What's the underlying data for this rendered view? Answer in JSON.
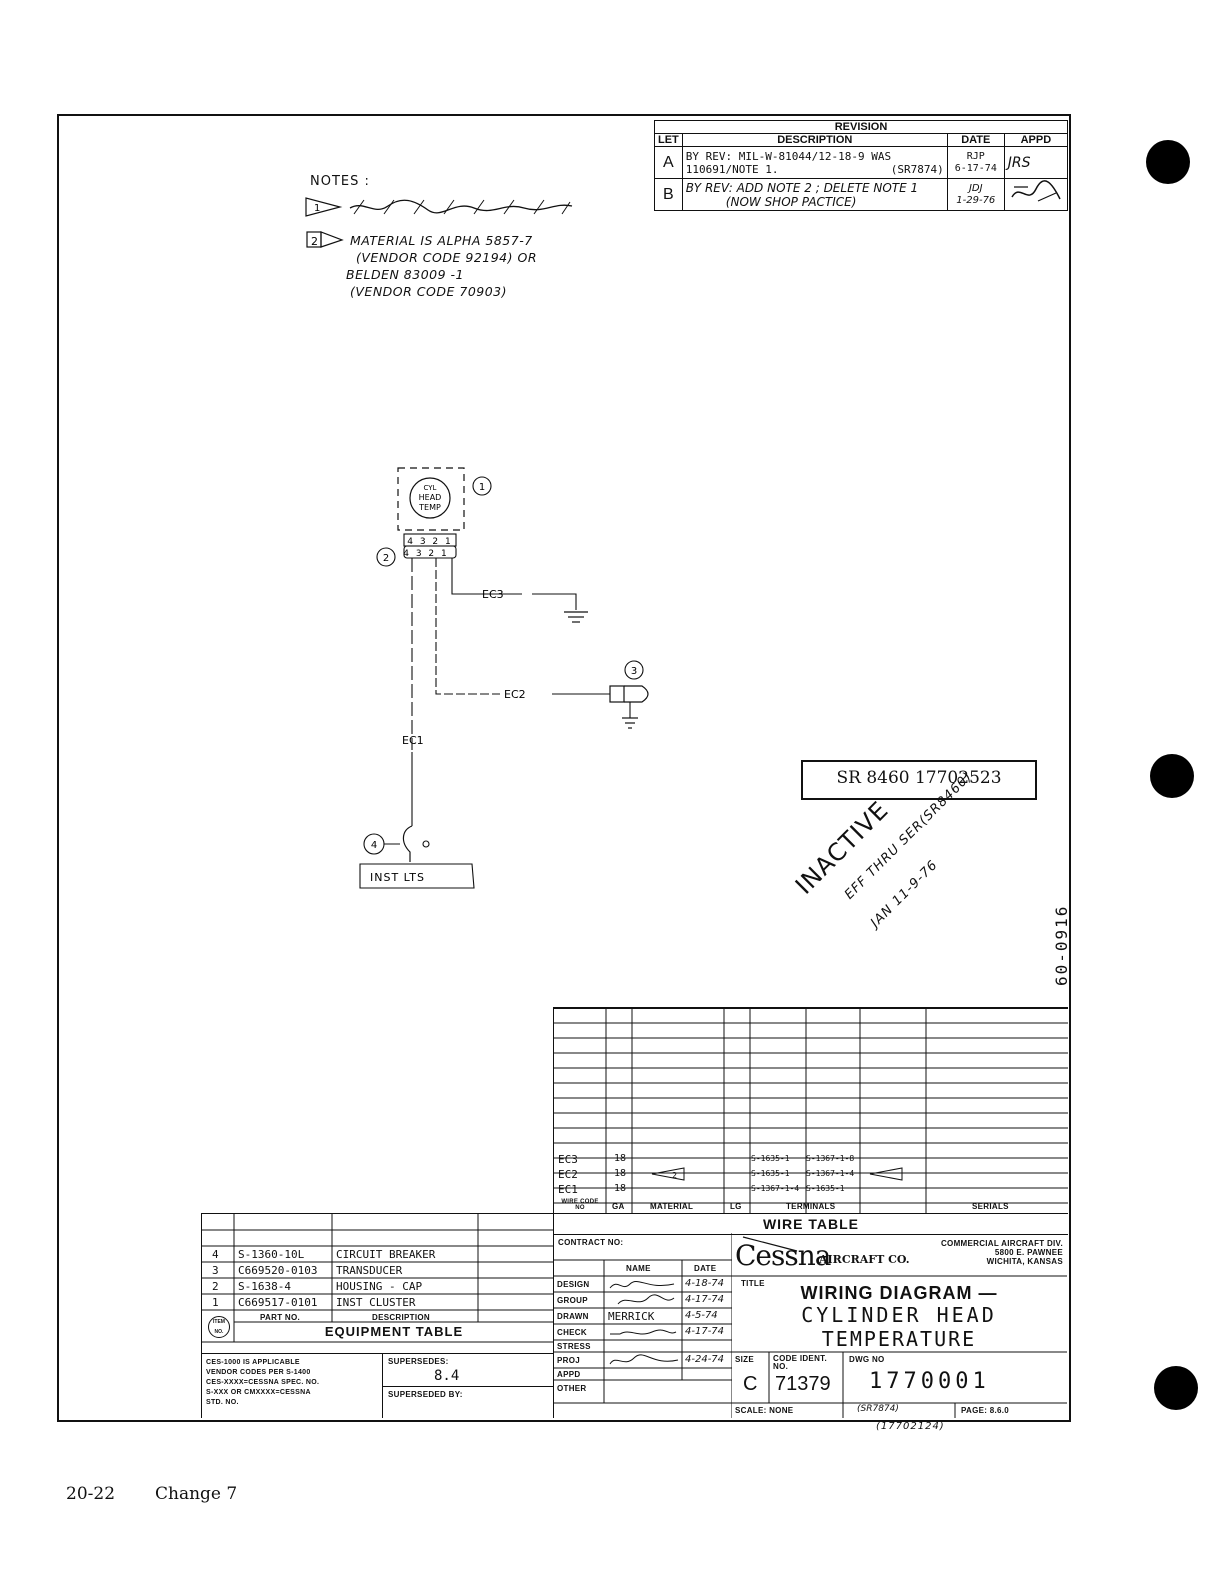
{
  "revision": {
    "title": "REVISION",
    "headers": {
      "let": "LET",
      "description": "DESCRIPTION",
      "date": "DATE",
      "appd": "APPD"
    },
    "rows": [
      {
        "let": "A",
        "desc1": "BY REV: MIL-W-81044/12-18-9 WAS",
        "desc2": "110691/NOTE 1.",
        "desc3": "(SR7874)",
        "date1": "RJP",
        "date2": "6-17-74",
        "appd": "JRS"
      },
      {
        "let": "B",
        "desc1": "BY REV:  ADD NOTE 2 ; DELETE NOTE 1",
        "desc2": "(NOW SHOP PACTICE)",
        "desc3": "",
        "date1": "JDJ",
        "date2": "1-29-76",
        "appd": ""
      }
    ]
  },
  "notes": {
    "title": "NOTES :",
    "note1_num": "1",
    "note2_num": "2",
    "note2_lines": [
      "MATERIAL  IS  ALPHA  5857-7",
      "(VENDOR  CODE  92194)    OR",
      "BELDEN  83009 -1",
      "(VENDOR  CODE  70903)"
    ]
  },
  "diagram": {
    "component_label": [
      "CYL",
      "HEAD",
      "TEMP"
    ],
    "pin_labels": "4 3 2 1",
    "callouts": [
      "1",
      "2",
      "3",
      "4"
    ],
    "wires": {
      "ec3": "EC3",
      "ec2": "EC2",
      "ec1": "EC1"
    },
    "inst_lts": "INST  LTS"
  },
  "stamp": {
    "text": "SR 8460  17702523"
  },
  "inactive": {
    "line1": "INACTIVE",
    "line2": "EFF THRU SER(SR8460)",
    "line3": "JAN 11-9-76",
    "side_number": "60-0916"
  },
  "wire_table": {
    "title": "WIRE TABLE",
    "headers": {
      "code": "WIRE CODE NO",
      "ga": "GA",
      "material": "MATERIAL",
      "lg": "LG",
      "terminals": "TERMINALS",
      "serials": "SERIALS"
    },
    "rows": [
      {
        "code": "EC3",
        "ga": "18",
        "material": "",
        "t1": "S-1635-1",
        "t2": "S-1367-1-8"
      },
      {
        "code": "EC2",
        "ga": "18",
        "material": "2",
        "t1": "S-1635-1",
        "t2": "S-1367-1-4"
      },
      {
        "code": "EC1",
        "ga": "18",
        "material": "",
        "t1": "S-1367-1-4",
        "t2": "S-1635-1"
      }
    ]
  },
  "equipment_table": {
    "title": "EQUIPMENT TABLE",
    "headers": {
      "item": "ITEM NO.",
      "part": "PART NO.",
      "desc": "DESCRIPTION"
    },
    "rows": [
      {
        "item": "4",
        "part": "S-1360-10L",
        "desc": "CIRCUIT  BREAKER"
      },
      {
        "item": "3",
        "part": "C669520-0103",
        "desc": "TRANSDUCER"
      },
      {
        "item": "2",
        "part": "S-1638-4",
        "desc": "HOUSING - CAP"
      },
      {
        "item": "1",
        "part": "C669517-0101",
        "desc": "INST  CLUSTER"
      }
    ]
  },
  "footer_block": {
    "ces_lines": [
      "CES-1000 IS APPLICABLE",
      "VENDOR CODES PER S-1400",
      "CES-XXXX=CESSNA SPEC. NO.",
      "S-XXX OR CMXXXX=CESSNA",
      "STD. NO."
    ],
    "supersedes_label": "SUPERSEDES:",
    "supersedes_value": "8.4",
    "superseded_by_label": "SUPERSEDED BY:"
  },
  "title_block": {
    "contract": "CONTRACT NO:",
    "name_hdr": "NAME",
    "date_hdr": "DATE",
    "rows": [
      {
        "label": "DESIGN",
        "name": "",
        "date": "4-18-74"
      },
      {
        "label": "GROUP",
        "name": "",
        "date": "4-17-74"
      },
      {
        "label": "DRAWN",
        "name": "MERRICK",
        "date": "4-5-74"
      },
      {
        "label": "CHECK",
        "name": "",
        "date": "4-17-74"
      },
      {
        "label": "STRESS",
        "name": "",
        "date": ""
      },
      {
        "label": "PROJ",
        "name": "",
        "date": "4-24-74"
      },
      {
        "label": "APPD",
        "name": "",
        "date": ""
      },
      {
        "label": "OTHER",
        "name": "",
        "date": ""
      }
    ],
    "company_logo": "Cessna",
    "company_suffix": "AIRCRAFT CO.",
    "division": [
      "COMMERCIAL AIRCRAFT DIV.",
      "5800 E. PAWNEE",
      "WICHITA, KANSAS"
    ],
    "title_label": "TITLE",
    "title_lines": [
      "WIRING DIAGRAM —",
      "CYLINDER  HEAD",
      "TEMPERATURE"
    ],
    "size_label": "SIZE",
    "size": "C",
    "code_ident_label": "CODE IDENT. NO.",
    "code_ident": "71379",
    "dwg_label": "DWG NO",
    "dwg_no": "1770001",
    "scale": "SCALE: NONE",
    "sr": "(SR7874)",
    "page": "PAGE: 8.6.0",
    "below": "(17702124)"
  },
  "page_footer": {
    "number": "20-22",
    "change": "Change 7"
  }
}
